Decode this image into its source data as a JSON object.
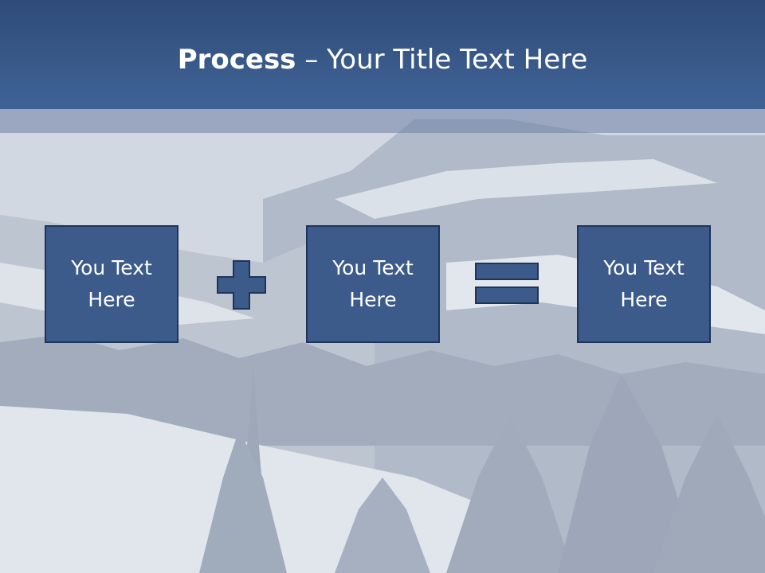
{
  "title": {
    "bold": "Process",
    "rest": " – Your Title Text Here"
  },
  "boxes": [
    {
      "text": "You Text Here"
    },
    {
      "text": "You Text Here"
    },
    {
      "text": "You Text Here"
    }
  ],
  "operators": {
    "first": "plus-icon",
    "second": "equals-icon"
  },
  "colors": {
    "header": "#3f6396",
    "box_fill": "#3c5a8a",
    "box_border": "#1f3458"
  }
}
